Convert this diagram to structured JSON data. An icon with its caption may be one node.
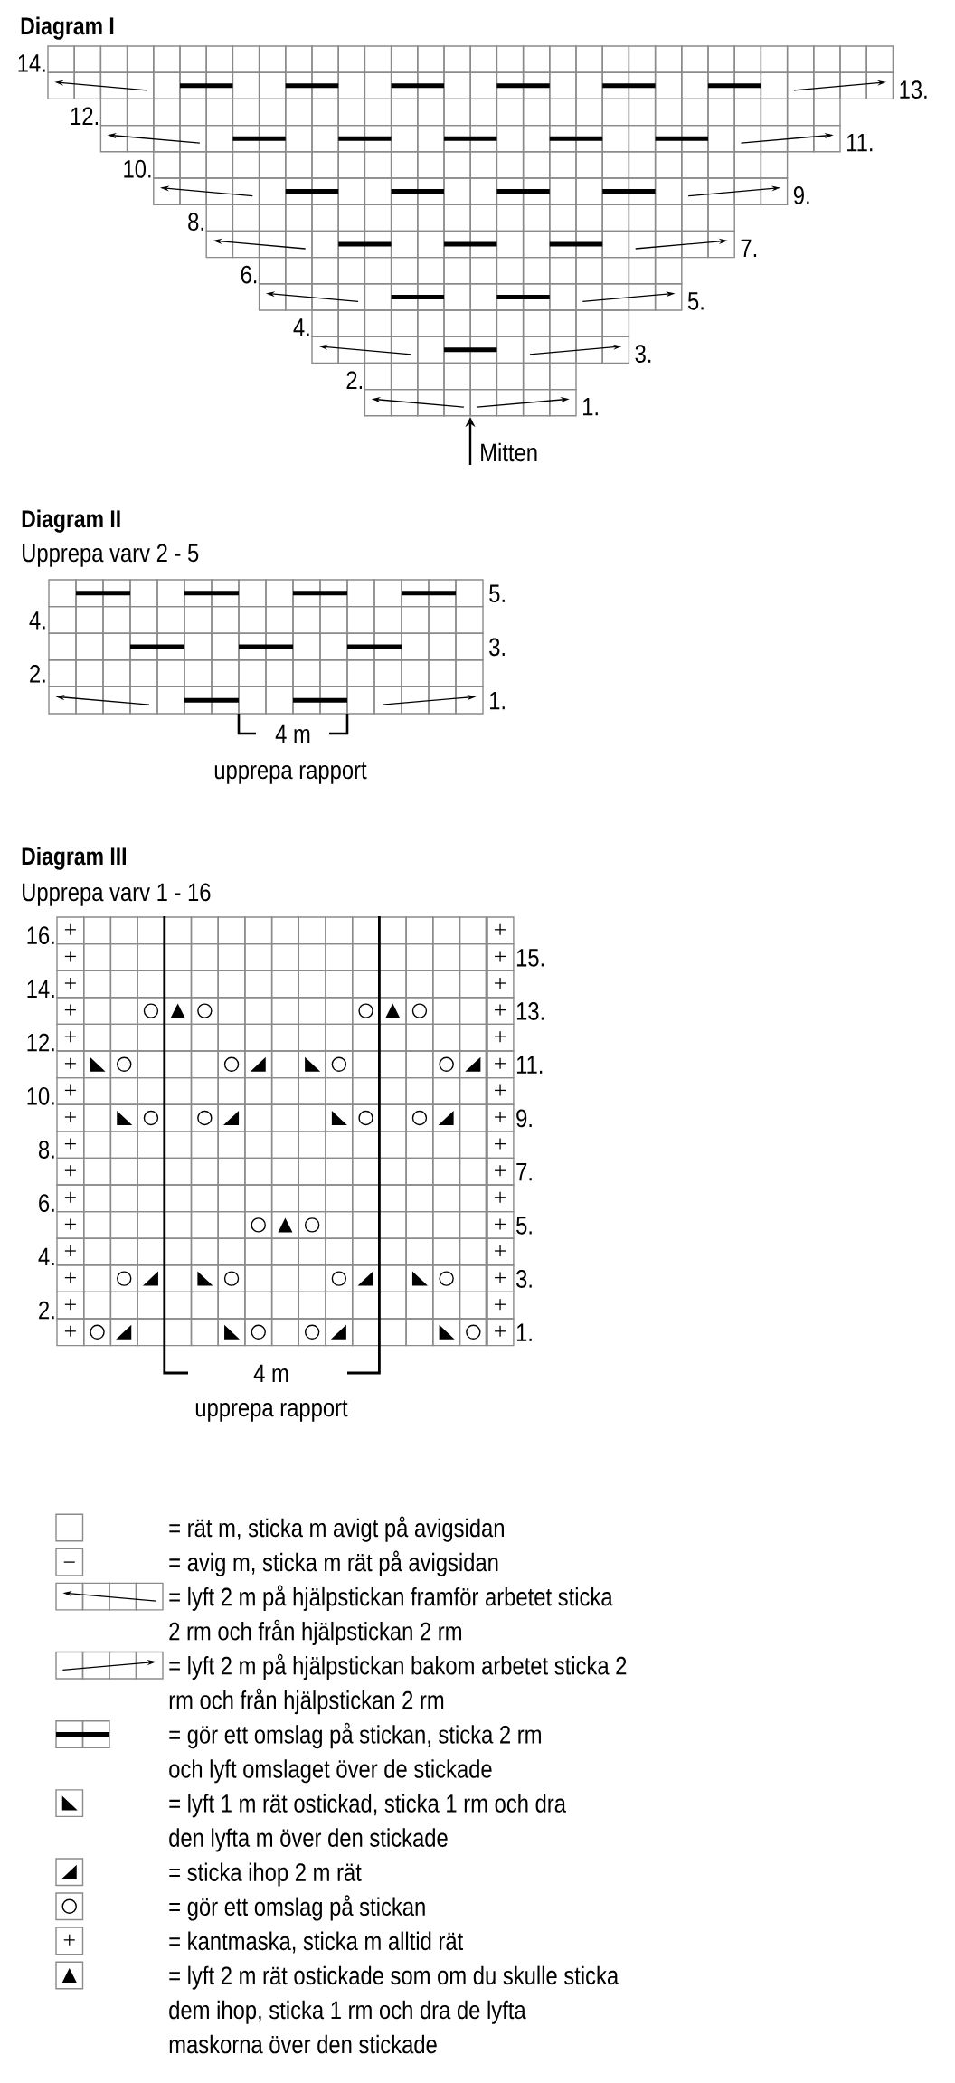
{
  "diagram": {
    "labels": [
      "Diagram I",
      "14.",
      "13.",
      "12.",
      "11.",
      "10.",
      "9.",
      "8.",
      "7.",
      "6.",
      "5.",
      "4.",
      "3.",
      "2.",
      "1.",
      "Mitten",
      "Diagram II",
      "Upprepa varv 2 - 5",
      "5.",
      "4.",
      "3.",
      "2.",
      "1.",
      "4 m",
      "upprepa rapport",
      "Diagram III",
      "Upprepa varv 1 - 16",
      "16.",
      "15.",
      "14.",
      "13.",
      "12.",
      "11.",
      "10.",
      "9.",
      "8.",
      "7.",
      "6.",
      "5.",
      "4.",
      "3.",
      "2.",
      "1.",
      "4 m",
      "upprepa rapport"
    ],
    "legend": [
      {
        "text": "= rät m, sticka m avigt på avigsidan"
      },
      {
        "text": "= avig m, sticka m rät på avigsidan"
      },
      {
        "text": "= lyft 2 m på hjälpstickan framför arbetet sticka 2 rm och från hjälpstickan 2 rm"
      },
      {
        "text": "= lyft 2 m på hjälpstickan bakom arbetet sticka 2 rm och från hjälpstickan 2 rm"
      },
      {
        "text": "= gör ett omslag på stickan, sticka 2 rm och lyft omslaget över de stickade"
      },
      {
        "text": "= lyft 1 m rät ostickad, sticka 1 rm och dra den lyfta m över den stickade"
      },
      {
        "text": "= sticka ihop 2 m rät"
      },
      {
        "text": "= gör ett omslag på stickan"
      },
      {
        "text": "= kantmaska, sticka m alltid rät"
      },
      {
        "text": "= lyft 2 m rät ostickade som om du skulle sticka dem ihop, sticka 1 rm och dra de lyfta maskorna över den stickade"
      }
    ]
  }
}
